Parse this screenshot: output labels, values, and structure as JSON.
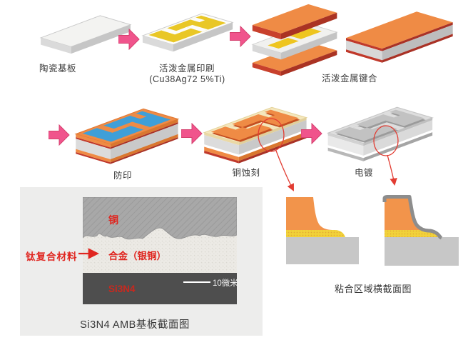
{
  "flow": {
    "row1": [
      {
        "label": "陶瓷基板"
      },
      {
        "label": "活泼金属印刷",
        "sublabel": "(Cu38Ag72 5%Ti)"
      },
      {
        "label": "活泼金属键合"
      }
    ],
    "row2": [
      {
        "label": "防印"
      },
      {
        "label": "铜蚀刻"
      },
      {
        "label": "电镀"
      }
    ]
  },
  "micrograph": {
    "label_copper": "铜",
    "label_alloy": "合金（银铜）",
    "label_substrate": "Si3N4",
    "scale_text": "10微米",
    "side_label": "钛复合材料",
    "caption": "Si3N4 AMB基板截面图"
  },
  "bond_view": {
    "caption": "粘合区域横截面图"
  },
  "colors": {
    "flow_arrow_pink": "#f0548c",
    "copper_orange": "#ef8b45",
    "copper_edge_red": "#c0392b",
    "braze_yellow": "#e9c726",
    "resist_blue": "#3f9fd8",
    "annotation_red": "#e23c32",
    "micro_label_red": "#e02620",
    "ceramic_gray": "#dcdcdc",
    "plating_gray": "#8d8d8d",
    "panel_bg": "#ededec"
  }
}
